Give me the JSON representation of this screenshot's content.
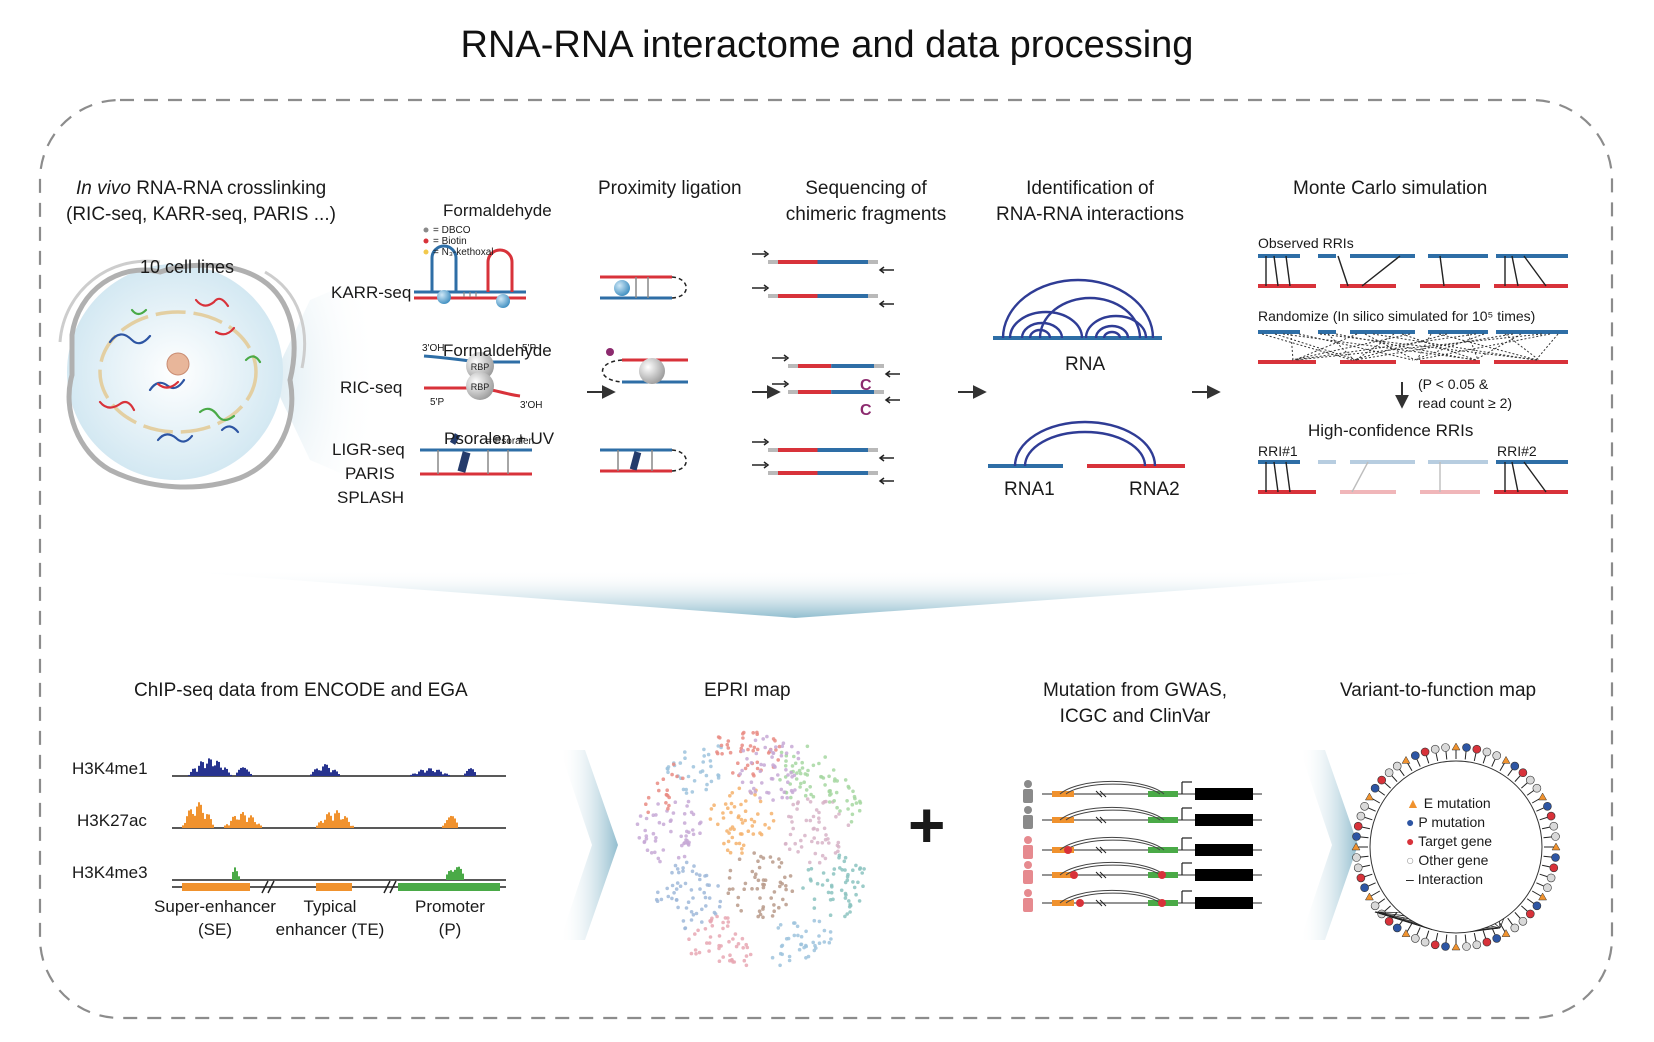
{
  "title": "RNA-RNA interactome and data processing",
  "top_steps": {
    "crosslink_title_italic": "In vivo",
    "crosslink_title_rest": " RNA-RNA crosslinking",
    "crosslink_methods": "(RIC-seq, KARR-seq, PARIS ...)",
    "cell_lines": "10 cell lines",
    "proximity": "Proximity ligation",
    "sequencing_l1": "Sequencing of",
    "sequencing_l2": "chimeric fragments",
    "identification_l1": "Identification of",
    "identification_l2": "RNA-RNA interactions",
    "monte_carlo": "Monte Carlo simulation"
  },
  "methods": {
    "karr": "KARR-seq",
    "ric": "RIC-seq",
    "ligr": "LIGR-seq",
    "paris": "PARIS",
    "splash": "SPLASH",
    "formaldehyde_1": "Formaldehyde",
    "formaldehyde_2": "Formaldehyde",
    "psoralen_uv": "Psoralen + UV",
    "legend_dbco": "= DBCO",
    "legend_biotin": "= Biotin",
    "legend_n3": "= N₃-kethoxal",
    "legend_psoralen": "= Psoralen",
    "rbp": "RBP",
    "end_3oh": "3'OH",
    "end_5p": "5'P",
    "chimera_c": "C"
  },
  "identification": {
    "rna": "RNA",
    "rna1": "RNA1",
    "rna2": "RNA2"
  },
  "monte_carlo": {
    "observed": "Observed RRIs",
    "randomize": "Randomize (In silico simulated for 10⁵ times)",
    "criteria_l1": "(P < 0.05 &",
    "criteria_l2": "read count ≥ 2)",
    "high_conf": "High-confidence RRIs",
    "rri1": "RRI#1",
    "rri2": "RRI#2"
  },
  "bottom": {
    "chip_title": "ChIP-seq data from ENCODE and EGA",
    "tracks": [
      "H3K4me1",
      "H3K27ac",
      "H3K4me3"
    ],
    "region_se_l1": "Super-enhancer",
    "region_se_l2": "(SE)",
    "region_te_l1": "Typical",
    "region_te_l2": "enhancer (TE)",
    "region_p_l1": "Promoter",
    "region_p_l2": "(P)",
    "epri_title": "EPRI map",
    "plus": "+",
    "mutation_l1": "Mutation from GWAS,",
    "mutation_l2": "ICGC and ClinVar",
    "v2f_title": "Variant-to-function map",
    "legend": [
      "E mutation",
      "P mutation",
      "Target gene",
      "Other gene",
      "Interaction"
    ]
  },
  "colors": {
    "blue_rna": "#2e6ea6",
    "red_rna": "#d8323a",
    "grey_adapter": "#b9b9b9",
    "h3k4me1": "#27338f",
    "h3k27ac": "#f0922e",
    "h3k4me3": "#4aaa47",
    "arc": "#2f3c95",
    "dashed_border": "#8c8c8c",
    "fan": "#c5dde8"
  }
}
